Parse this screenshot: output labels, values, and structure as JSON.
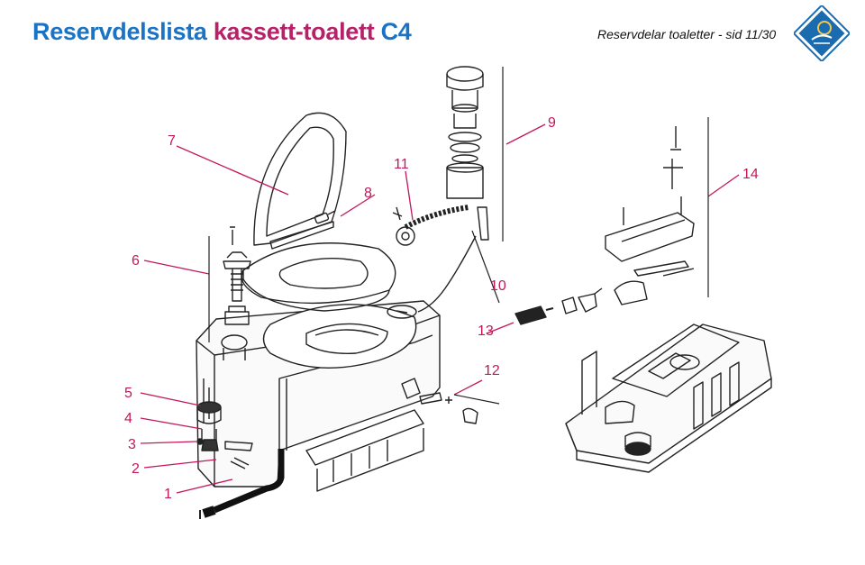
{
  "header": {
    "title_part1": "Reservdelslista",
    "title_part2": "kassett-toalett",
    "title_part3": "C4",
    "subtitle": "Reservdelar toaletter - sid 11/30"
  },
  "colors": {
    "title_blue": "#1a73c4",
    "title_magenta": "#b8206a",
    "callout_color": "#c2185b",
    "logo_blue": "#1b6bb0"
  },
  "logo": {
    "icon": "company-logo-icon"
  },
  "callouts": [
    "1",
    "2",
    "3",
    "4",
    "5",
    "6",
    "7",
    "8",
    "9",
    "10",
    "11",
    "12",
    "13",
    "14"
  ]
}
